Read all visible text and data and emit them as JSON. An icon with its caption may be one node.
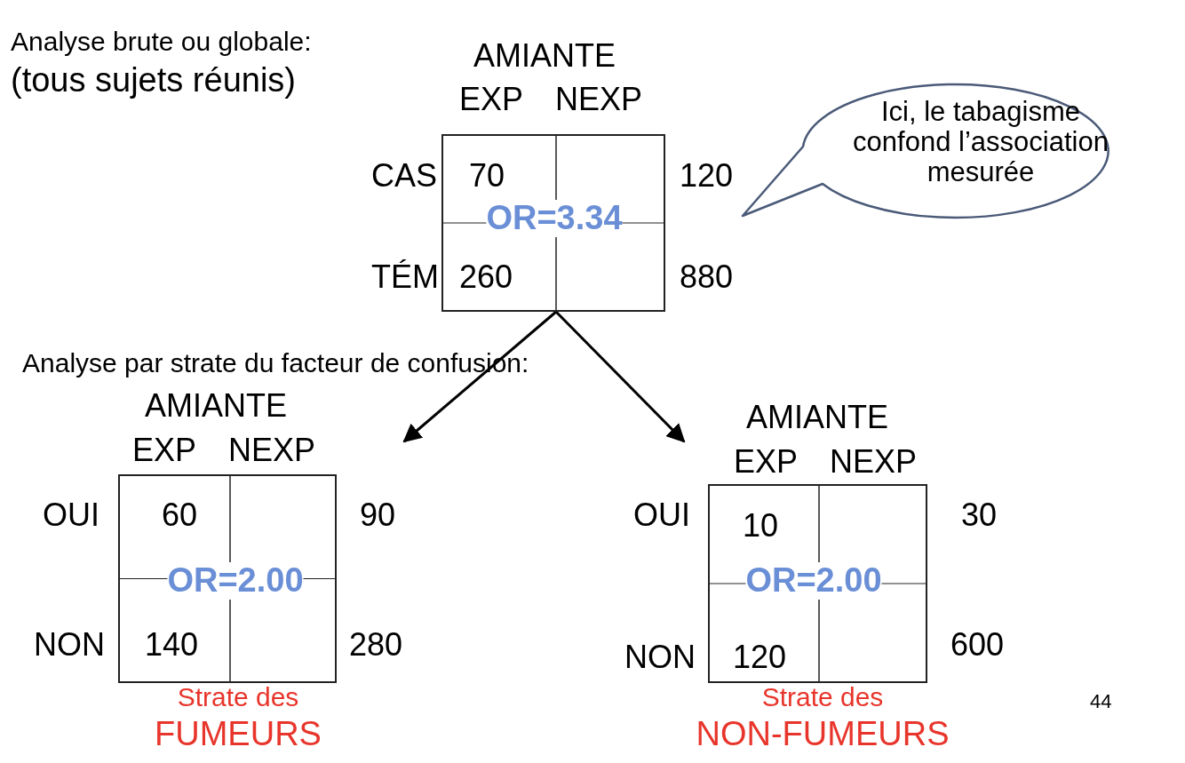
{
  "diagram": {
    "nodes": [
      {
        "text": [
          "70",
          "OR=3.34",
          "260"
        ],
        "beside": [
          "AMIANTE",
          "EXP",
          "NEXP",
          "CAS",
          "120",
          "TÉM",
          "880"
        ]
      },
      {
        "text": [
          "60",
          "OR=2.00",
          "140"
        ],
        "beside": [
          "AMIANTE",
          "EXP",
          "NEXP",
          "OUI",
          "90",
          "NON",
          "280",
          "Strate des",
          "FUMEURS"
        ]
      },
      {
        "text": [
          "10",
          "OR=2.00",
          "120"
        ],
        "beside": [
          "AMIANTE",
          "EXP",
          "NEXP",
          "OUI",
          "30",
          "NON",
          "600",
          "Strate des",
          "NON-FUMEURS"
        ]
      },
      {
        "text": [
          "Ici, le tabagisme confond l’association mesurée"
        ]
      }
    ],
    "edges": [
      {
        "from": 0,
        "to": 1,
        "arrow": "to"
      },
      {
        "from": 0,
        "to": 2,
        "arrow": "to"
      }
    ],
    "labels": [
      "Analyse brute ou globale:",
      "(tous sujets réunis)",
      "Analyse par strate du facteur de confusion:",
      "44"
    ]
  }
}
